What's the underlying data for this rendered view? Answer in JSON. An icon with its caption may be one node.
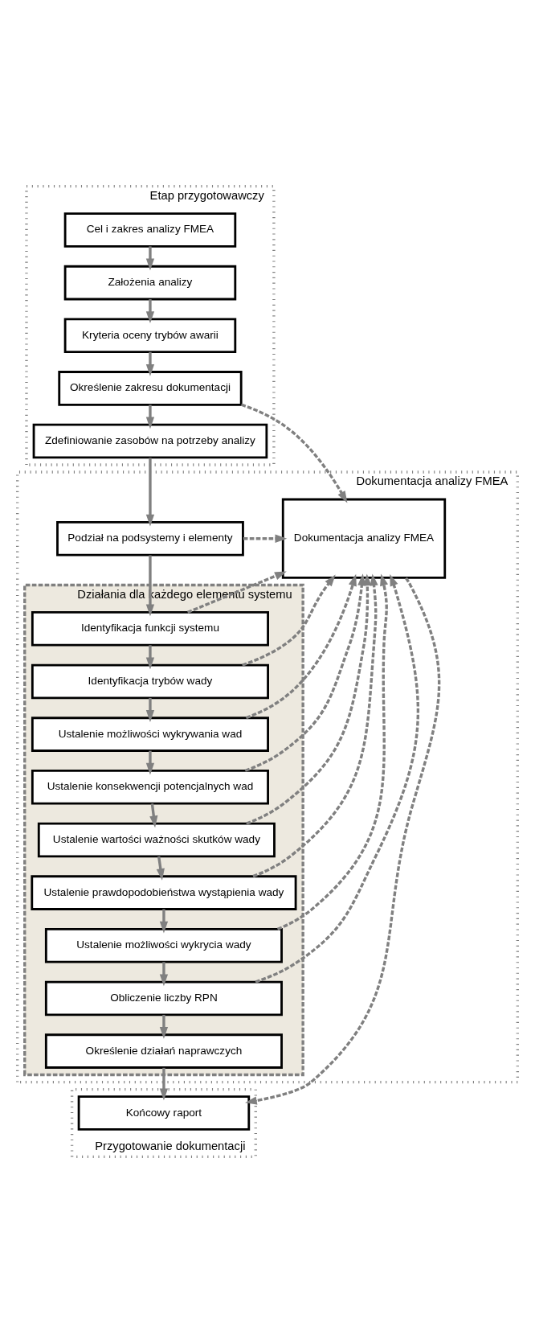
{
  "diagram": {
    "nodes": [
      {
        "text": [
          "Etap przygotowawczy"
        ]
      },
      {
        "text": [
          "Cel i zakres analizy FMEA"
        ],
        "in": 0
      },
      {
        "text": [
          "Założenia analizy"
        ],
        "in": 0
      },
      {
        "text": [
          "Kryteria oceny trybów awarii"
        ],
        "in": 0
      },
      {
        "text": [
          "Określenie zakresu dokumentacji"
        ],
        "in": 0
      },
      {
        "text": [
          "Zdefiniowanie zasobów na potrzeby analizy"
        ],
        "in": 0
      },
      {
        "text": [
          "Dokumentacja analizy FMEA"
        ]
      },
      {
        "text": [
          "Dokumentacja analizy FMEA"
        ],
        "in": 6
      },
      {
        "text": [
          "Podział na podsystemy i elementy"
        ],
        "in": 6
      },
      {
        "text": [
          "Działania dla każdego elementu systemu"
        ],
        "in": 6
      },
      {
        "text": [
          "Identyfikacja funkcji systemu"
        ],
        "in": 9
      },
      {
        "text": [
          "Identyfikacja trybów wady"
        ],
        "in": 9
      },
      {
        "text": [
          "Ustalenie możliwości wykrywania wad"
        ],
        "in": 9
      },
      {
        "text": [
          "Ustalenie konsekwencji potencjalnych wad"
        ],
        "in": 9
      },
      {
        "text": [
          "Ustalenie wartości ważności skutków wady"
        ],
        "in": 9
      },
      {
        "text": [
          "Ustalenie prawdopodobieństwa wystąpienia wady"
        ],
        "in": 9
      },
      {
        "text": [
          "Ustalenie możliwości wykrycia wady"
        ],
        "in": 9
      },
      {
        "text": [
          "Obliczenie liczby RPN"
        ],
        "in": 9
      },
      {
        "text": [
          "Określenie działań naprawczych"
        ],
        "in": 9
      },
      {
        "text": [
          "Przygotowanie dokumentacji"
        ]
      },
      {
        "text": [
          "Końcowy raport"
        ],
        "in": 19
      }
    ],
    "edges": [
      {
        "from": 1,
        "to": 2,
        "arrow": "to"
      },
      {
        "from": 2,
        "to": 3,
        "arrow": "to"
      },
      {
        "from": 3,
        "to": 4,
        "arrow": "to"
      },
      {
        "from": 4,
        "to": 5,
        "arrow": "to"
      },
      {
        "from": 4,
        "to": 7,
        "arrow": "to",
        "style": "dashed"
      },
      {
        "from": 5,
        "to": 8,
        "arrow": "to"
      },
      {
        "from": 8,
        "to": 7,
        "arrow": "to",
        "style": "dashed"
      },
      {
        "from": 8,
        "to": 10,
        "arrow": "to"
      },
      {
        "from": 10,
        "to": 7,
        "arrow": "to",
        "style": "dashed"
      },
      {
        "from": 10,
        "to": 11,
        "arrow": "to"
      },
      {
        "from": 11,
        "to": 7,
        "arrow": "to",
        "style": "dashed"
      },
      {
        "from": 11,
        "to": 12,
        "arrow": "to"
      },
      {
        "from": 12,
        "to": 7,
        "arrow": "to",
        "style": "dashed"
      },
      {
        "from": 12,
        "to": 13,
        "arrow": "to"
      },
      {
        "from": 13,
        "to": 7,
        "arrow": "to",
        "style": "dashed"
      },
      {
        "from": 13,
        "to": 14,
        "arrow": "to"
      },
      {
        "from": 14,
        "to": 7,
        "arrow": "to",
        "style": "dashed"
      },
      {
        "from": 14,
        "to": 15,
        "arrow": "to"
      },
      {
        "from": 15,
        "to": 7,
        "arrow": "to",
        "style": "dashed"
      },
      {
        "from": 15,
        "to": 16,
        "arrow": "to"
      },
      {
        "from": 16,
        "to": 7,
        "arrow": "to",
        "style": "dashed"
      },
      {
        "from": 16,
        "to": 17,
        "arrow": "to"
      },
      {
        "from": 17,
        "to": 7,
        "arrow": "to",
        "style": "dashed"
      },
      {
        "from": 17,
        "to": 18,
        "arrow": "to"
      },
      {
        "from": 18,
        "to": 20,
        "arrow": "to"
      },
      {
        "from": 7,
        "to": 20,
        "arrow": "to",
        "style": "dashed"
      }
    ]
  }
}
